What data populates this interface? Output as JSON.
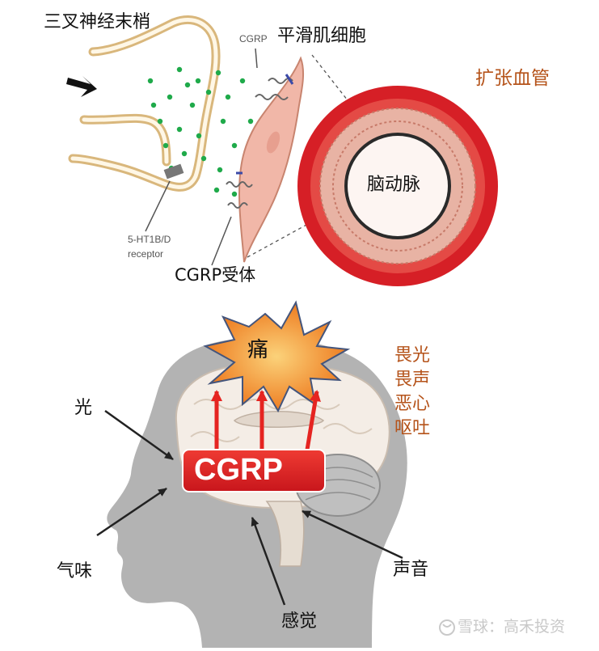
{
  "top_panel": {
    "nerve_label": "三叉神经末梢",
    "smooth_muscle_label": "平滑肌细胞",
    "cgrp_small_label": "CGRP",
    "dilation_label": "扩张血管",
    "artery_label": "脑动脉",
    "receptor_5ht_label": "5-HT1B/D",
    "receptor_word": "receptor",
    "cgrp_receptor_label": "CGRP受体"
  },
  "bottom_panel": {
    "pain_label": "痛",
    "cgrp_banner": "CGRP",
    "symptoms": [
      "畏光",
      "畏声",
      "恶心",
      "呕吐"
    ],
    "stimuli": {
      "light": "光",
      "smell": "气味",
      "feeling": "感觉",
      "sound": "声音"
    }
  },
  "watermark": "雪球：高禾投资",
  "colors": {
    "label_orange": "#b5531a",
    "cgrp_red": "#e52421",
    "artery_red": "#d61f26",
    "star_orange": "#f08a2b",
    "dot_green": "#1faa4a",
    "head_gray": "#b3b3b3"
  }
}
